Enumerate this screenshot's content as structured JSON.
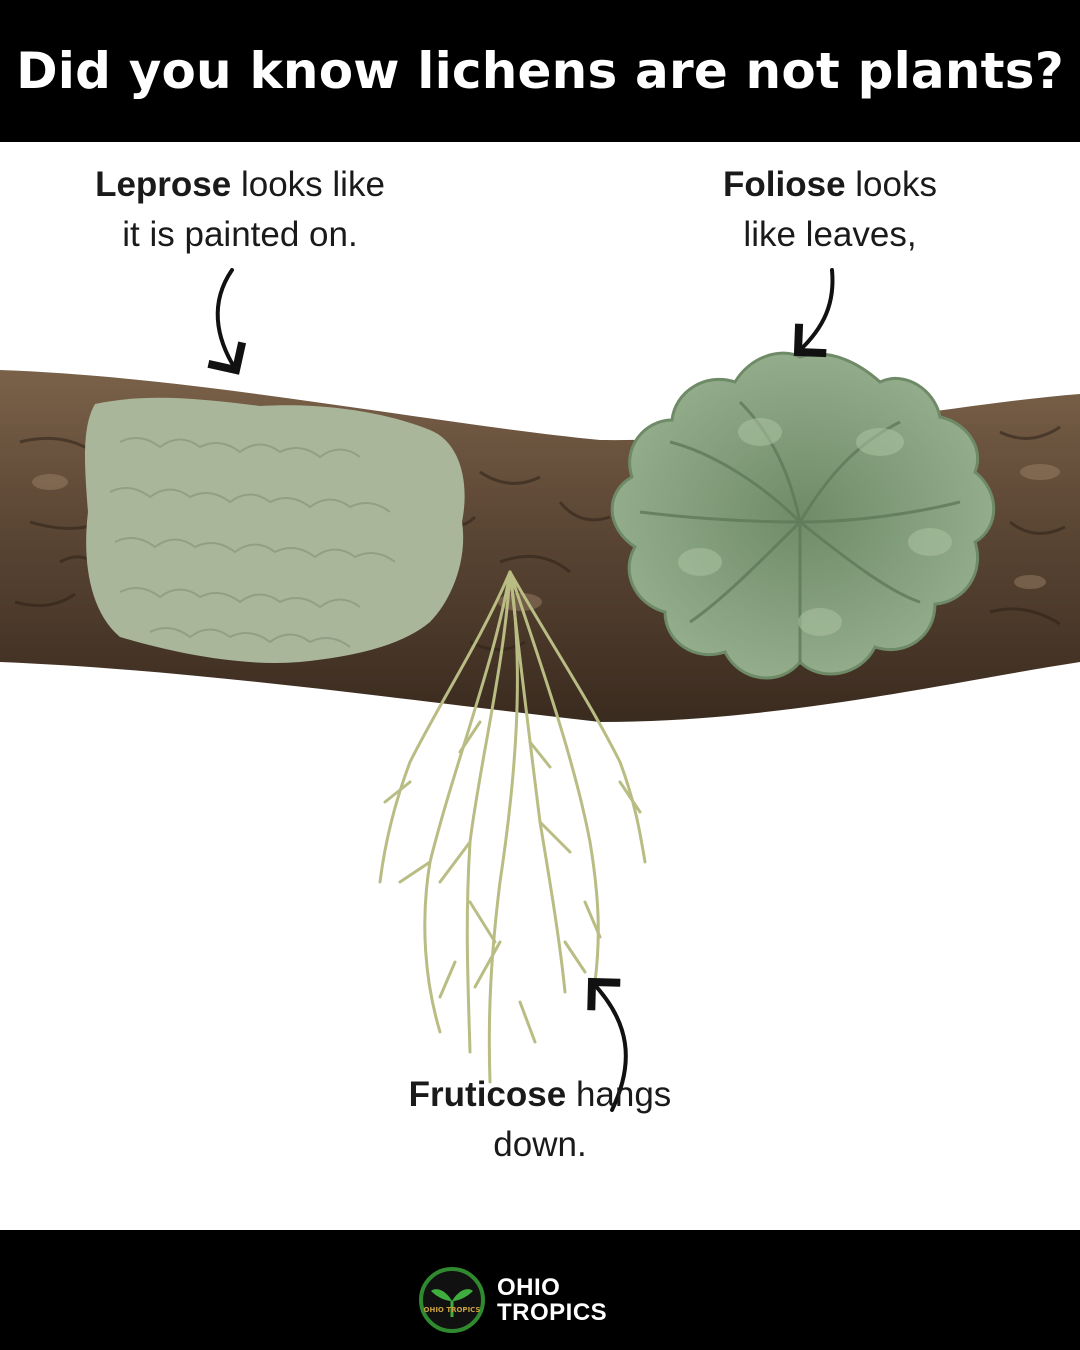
{
  "header": {
    "title": "Did you know lichens are not plants?"
  },
  "captions": {
    "leprose": {
      "bold": "Leprose",
      "line1_rest": " looks like",
      "line2": "it is painted on."
    },
    "foliose": {
      "bold": "Foliose",
      "line1_rest": " looks",
      "line2": "like leaves,"
    },
    "fruticose": {
      "bold": "Fruticose",
      "line1_rest": " hangs",
      "line2": "down."
    }
  },
  "footer": {
    "brand_line1": "OHIO",
    "brand_line2": "TROPICS",
    "emblem_text": "OHIO TROPICS"
  },
  "colors": {
    "bar": "#000000",
    "background": "#ffffff",
    "bark": "#5b4634",
    "lichen_leprose": "#a9b69a",
    "lichen_foliose": "#8faa88",
    "lichen_fruticose": "#b9bd84",
    "logo_green": "#2f8a2f"
  }
}
